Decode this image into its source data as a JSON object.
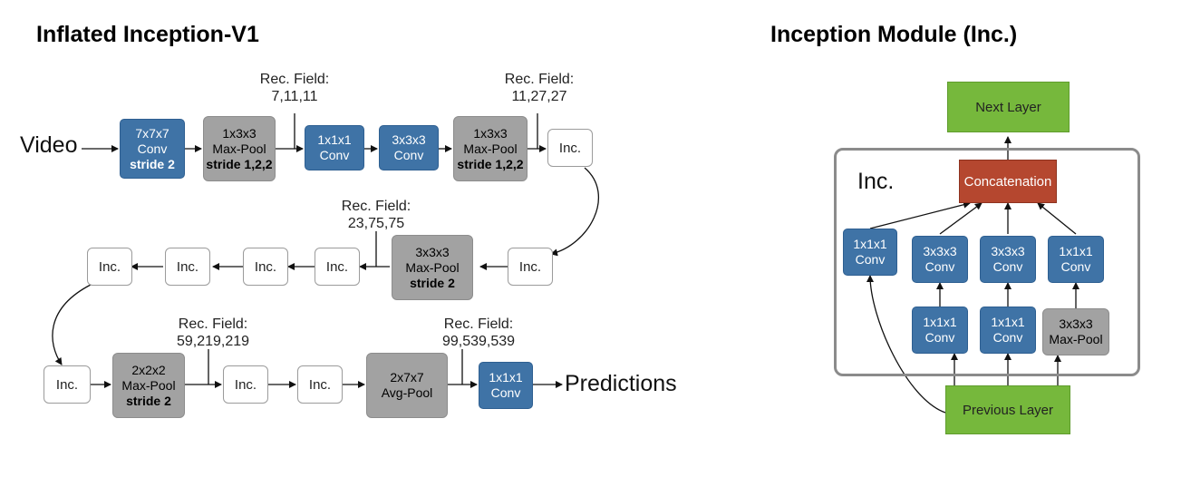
{
  "left_title": "Inflated Inception-V1",
  "right_title": "Inception Module (Inc.)",
  "video_label": "Video",
  "predictions_label": "Predictions",
  "row1": {
    "conv7": {
      "l1": "7x7x7",
      "l2": "Conv",
      "l3": "stride 2"
    },
    "pool1": {
      "l1": "1x3x3",
      "l2": "Max-Pool",
      "l3": "stride 1,2,2"
    },
    "conv1": {
      "l1": "1x1x1",
      "l2": "Conv"
    },
    "conv3": {
      "l1": "3x3x3",
      "l2": "Conv"
    },
    "pool2": {
      "l1": "1x3x3",
      "l2": "Max-Pool",
      "l3": "stride 1,2,2"
    },
    "inc": "Inc.",
    "rec_a": {
      "l1": "Rec. Field:",
      "l2": "7,11,11"
    },
    "rec_b": {
      "l1": "Rec. Field:",
      "l2": "11,27,27"
    }
  },
  "row2": {
    "inc_right": "Inc.",
    "pool": {
      "l1": "3x3x3",
      "l2": "Max-Pool",
      "l3": "stride 2"
    },
    "inc_a": "Inc.",
    "inc_b": "Inc.",
    "inc_c": "Inc.",
    "inc_d": "Inc.",
    "rec": {
      "l1": "Rec. Field:",
      "l2": "23,75,75"
    }
  },
  "row3": {
    "inc_a": "Inc.",
    "pool": {
      "l1": "2x2x2",
      "l2": "Max-Pool",
      "l3": "stride 2"
    },
    "inc_b": "Inc.",
    "inc_c": "Inc.",
    "avg": {
      "l1": "2x7x7",
      "l2": "Avg-Pool"
    },
    "conv": {
      "l1": "1x1x1",
      "l2": "Conv"
    },
    "rec_a": {
      "l1": "Rec. Field:",
      "l2": "59,219,219"
    },
    "rec_b": {
      "l1": "Rec. Field:",
      "l2": "99,539,539"
    }
  },
  "module": {
    "next_layer": "Next Layer",
    "inc_label": "Inc.",
    "concat": "Concatenation",
    "b1": {
      "l1": "1x1x1",
      "l2": "Conv"
    },
    "b2": {
      "l1": "3x3x3",
      "l2": "Conv"
    },
    "b3": {
      "l1": "3x3x3",
      "l2": "Conv"
    },
    "b4": {
      "l1": "1x1x1",
      "l2": "Conv"
    },
    "c2": {
      "l1": "1x1x1",
      "l2": "Conv"
    },
    "c3": {
      "l1": "1x1x1",
      "l2": "Conv"
    },
    "c4": {
      "l1": "3x3x3",
      "l2": "Max-Pool"
    },
    "previous_layer": "Previous Layer"
  },
  "colors": {
    "conv": "#3f73a6",
    "pool": "#a2a2a2",
    "layer": "#76b83c",
    "concat": "#b5472f"
  }
}
